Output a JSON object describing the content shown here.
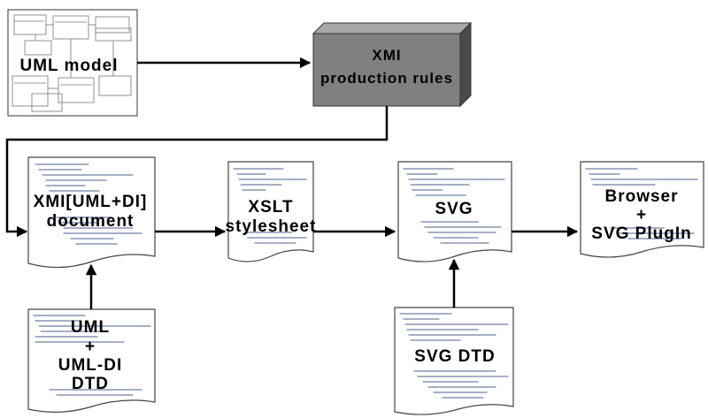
{
  "uml_model": {
    "label": "UML model"
  },
  "xmi_rules": {
    "label_line1": "XMI",
    "label_line2": "production rules"
  },
  "xmi_document": {
    "label_line1": "XMI[UML+DI]",
    "label_line2": "document"
  },
  "xslt": {
    "label_line1": "XSLT",
    "label_line2": "stylesheet"
  },
  "svg": {
    "label": "SVG"
  },
  "browser": {
    "label_line1": "Browser",
    "label_line2": "+",
    "label_line3": "SVG PlugIn"
  },
  "uml_dtd": {
    "label_line1": "UML",
    "label_line2": "+",
    "label_line3": "UML-DI",
    "label_line4": "DTD"
  },
  "svg_dtd": {
    "label": "SVG DTD"
  }
}
